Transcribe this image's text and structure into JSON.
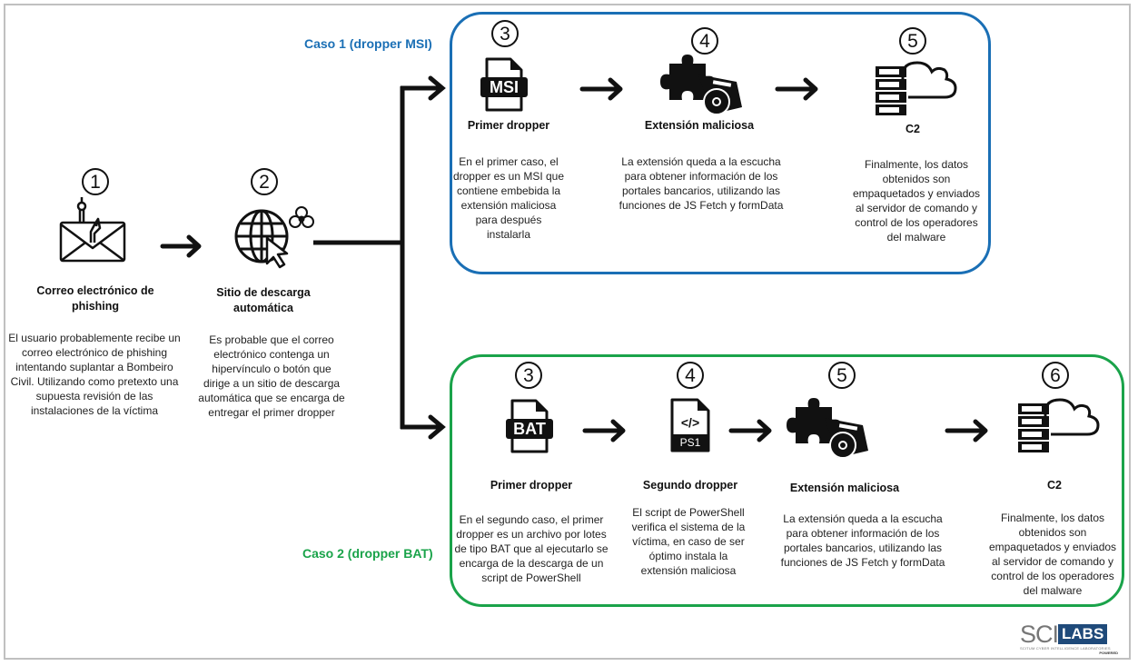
{
  "colors": {
    "case1": "#1a6fb5",
    "case2": "#1aa34a",
    "ink": "#111111",
    "frame": "#c0c0c0",
    "logo_blue": "#1f4a7a"
  },
  "intro": [
    {
      "number": "1",
      "icon": "phishing-email-icon",
      "title": "Correo electrónico de phishing",
      "desc": "El usuario probablemente recibe un correo electrónico de phishing intentando suplantar a Bombeiro Civil. Utilizando como pretexto una supuesta revisión de las instalaciones de la víctima"
    },
    {
      "number": "2",
      "icon": "malicious-globe-icon",
      "title": "Sitio de descarga automática",
      "desc": "Es probable que el correo electrónico contenga un hipervínculo o botón que dirige a un sitio de descarga automática que se encarga de entregar el primer dropper"
    }
  ],
  "case1": {
    "label": "Caso 1 (dropper MSI)",
    "steps": [
      {
        "number": "3",
        "icon": "msi-file-icon",
        "icon_text": "MSI",
        "title": "Primer dropper",
        "desc": "En el primer caso, el dropper es un MSI que contiene embebida la extensión maliciosa para después instalarla"
      },
      {
        "number": "4",
        "icon": "malicious-extension-icon",
        "title": "Extensión maliciosa",
        "desc": "La extensión queda a la escucha para obtener información de los portales bancarios, utilizando las funciones de JS Fetch y formData"
      },
      {
        "number": "5",
        "icon": "c2-server-cloud-icon",
        "title": "C2",
        "desc": "Finalmente, los datos obtenidos son empaquetados y enviados al servidor de comando y control de los operadores del malware"
      }
    ]
  },
  "case2": {
    "label": "Caso 2 (dropper BAT)",
    "steps": [
      {
        "number": "3",
        "icon": "bat-file-icon",
        "icon_text": "BAT",
        "title": "Primer dropper",
        "desc": "En el segundo caso, el primer dropper es un archivo por lotes de tipo BAT que al ejecutarlo se encarga de la descarga de un script de PowerShell"
      },
      {
        "number": "4",
        "icon": "ps1-file-icon",
        "icon_text": "PS1",
        "icon_code": "</>",
        "title": "Segundo dropper",
        "desc": "El script de PowerShell verifica el sistema de la víctima, en caso de ser óptimo instala la extensión maliciosa"
      },
      {
        "number": "5",
        "icon": "malicious-extension-icon",
        "title": "Extensión maliciosa",
        "desc": "La extensión queda a la escucha para obtener información de los portales bancarios, utilizando las funciones de JS Fetch y formData"
      },
      {
        "number": "6",
        "icon": "c2-server-cloud-icon",
        "title": "C2",
        "desc": "Finalmente, los datos obtenidos son empaquetados y enviados al servidor de comando y control de los operadores del malware"
      }
    ]
  },
  "logo": {
    "sci": "SCI",
    "labs": "LABS",
    "subtitle": "SCITUM CYBER INTELLIGENCE LABORATORIES",
    "powered": "POWERED"
  }
}
